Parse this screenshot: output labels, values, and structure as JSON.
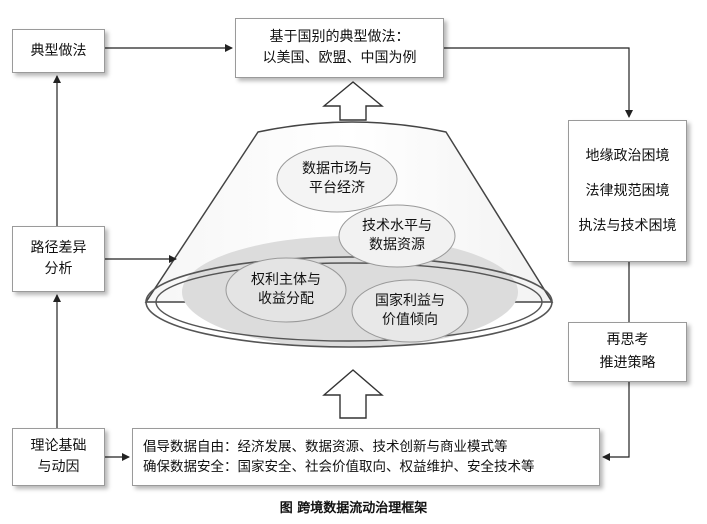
{
  "boxes": {
    "dianxing": "典型做法",
    "lujing": [
      "路径差异",
      "分析"
    ],
    "lilun": [
      "理论基础",
      "与动因"
    ],
    "top": [
      "基于国别的典型做法：",
      "以美国、欧盟、中国为例"
    ],
    "dilemmas": [
      "地缘政治困境",
      "法律规范困境",
      "执法与技术困境"
    ],
    "rethink": [
      "再思考",
      "推进策略"
    ],
    "bottom": [
      "倡导数据自由：经济发展、数据资源、技术创新与商业模式等",
      "确保数据安全：国家安全、社会价值取向、权益维护、安全技术等"
    ]
  },
  "ellipses": {
    "data_market": [
      "数据市场与",
      "平台经济"
    ],
    "tech_level": [
      "技术水平与",
      "数据资源"
    ],
    "rights": [
      "权利主体与",
      "收益分配"
    ],
    "national": [
      "国家利益与",
      "价值倾向"
    ]
  },
  "caption": "图  跨境数据流动治理框架"
}
